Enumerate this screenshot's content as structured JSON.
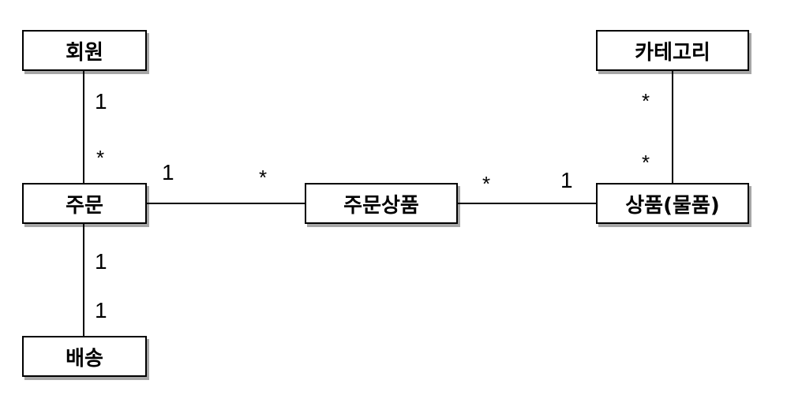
{
  "entities": {
    "member": "회원",
    "order": "주문",
    "delivery": "배송",
    "order_item": "주문상품",
    "item": "상품(물품)",
    "category": "카테고리"
  },
  "multiplicities": {
    "member_order_member_side": "1",
    "member_order_order_side": "*",
    "order_delivery_order_side": "1",
    "order_delivery_delivery_side": "1",
    "order_orderitem_order_side": "1",
    "order_orderitem_orderitem_side": "*",
    "orderitem_item_orderitem_side": "*",
    "orderitem_item_item_side": "1",
    "category_item_category_side": "*",
    "category_item_item_side": "*"
  }
}
